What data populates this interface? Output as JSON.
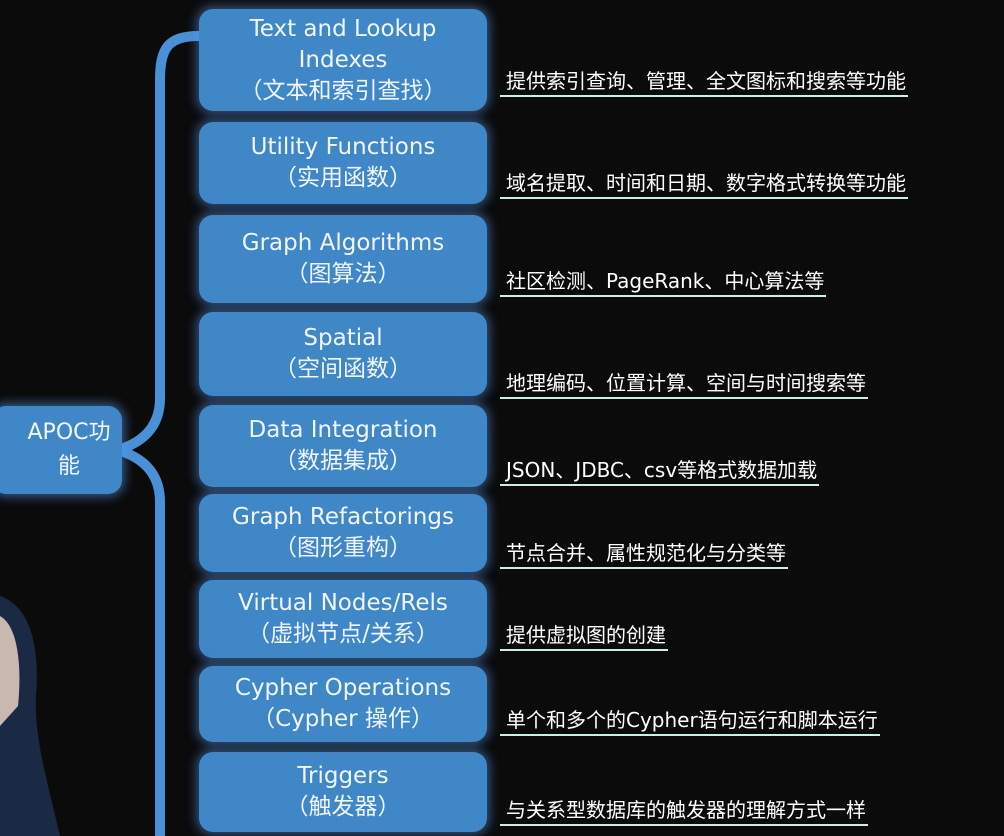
{
  "root": {
    "label_line1": "APOC功",
    "label_line2": "能"
  },
  "branches": [
    {
      "title": "Text and Lookup Indexes",
      "subtitle": "（文本和索引查找）",
      "description": "提供索引查询、管理、全文图标和搜索等功能"
    },
    {
      "title": "Utility Functions",
      "subtitle": "（实用函数）",
      "description": "域名提取、时间和日期、数字格式转换等功能"
    },
    {
      "title": "Graph Algorithms",
      "subtitle": "（图算法）",
      "description": "社区检测、PageRank、中心算法等"
    },
    {
      "title": "Spatial",
      "subtitle": "（空间函数）",
      "description": "地理编码、位置计算、空间与时间搜索等"
    },
    {
      "title": "Data Integration",
      "subtitle": "（数据集成）",
      "description": "JSON、JDBC、csv等格式数据加载"
    },
    {
      "title": "Graph Refactorings",
      "subtitle": "（图形重构）",
      "description": "节点合并、属性规范化与分类等"
    },
    {
      "title": "Virtual Nodes/Rels",
      "subtitle": "（虚拟节点/关系）",
      "description": "提供虚拟图的创建"
    },
    {
      "title": "Cypher Operations",
      "subtitle": "（Cypher 操作）",
      "description": "单个和多个的Cypher语句运行和脚本运行"
    },
    {
      "title": "Triggers",
      "subtitle": "（触发器）",
      "description": "与关系型数据库的触发器的理解方式一样"
    }
  ],
  "colors": {
    "node_fill": "#3f87c6",
    "connector": "#4a90d6",
    "background": "#0b0b0c",
    "underline": "#cfeee2"
  }
}
